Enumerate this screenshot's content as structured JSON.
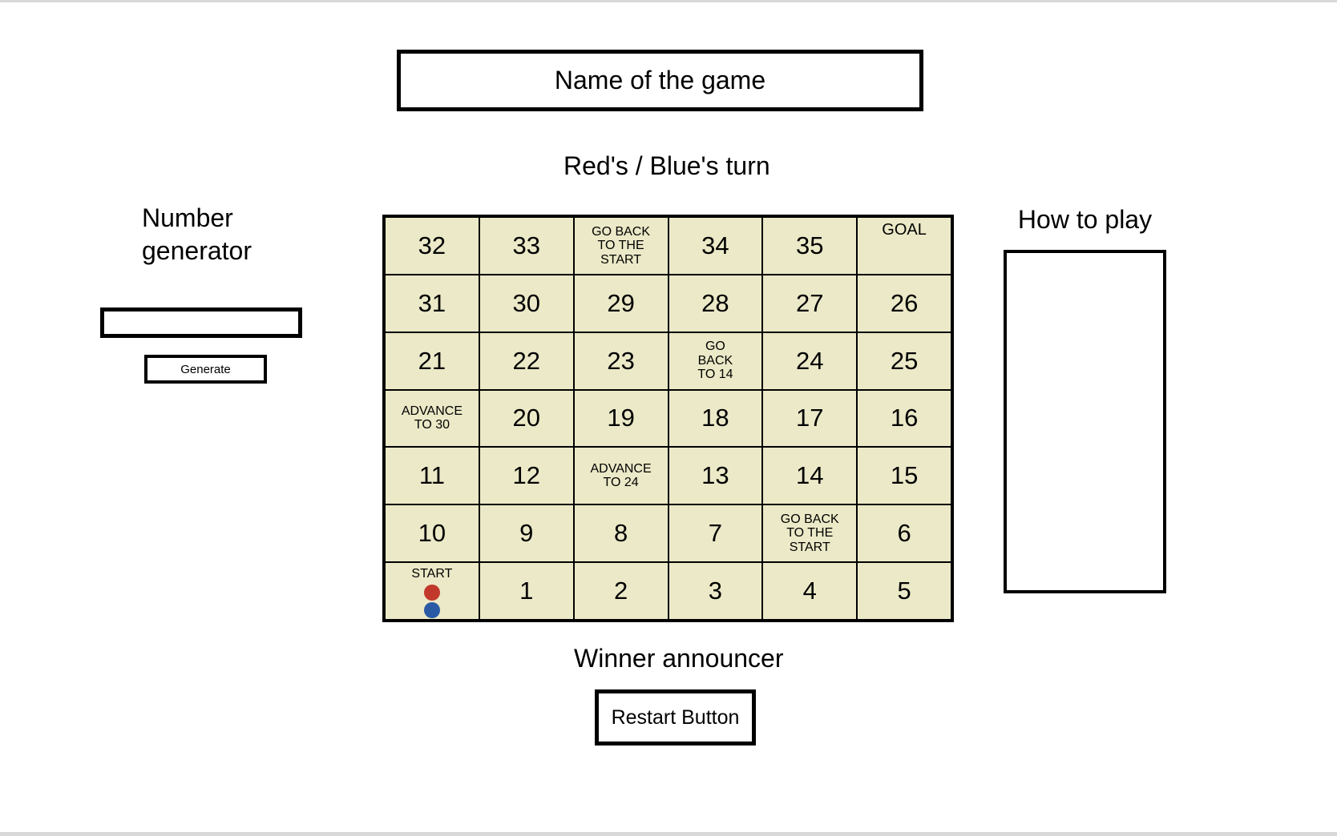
{
  "title": "Name of the game",
  "turn_indicator": "Red's / Blue's turn",
  "number_generator": {
    "label": "Number\ngenerator",
    "display_value": "",
    "generate_label": "Generate"
  },
  "how_to_play": {
    "label": "How to play",
    "content": ""
  },
  "winner_announcer": "Winner announcer",
  "restart_label": "Restart Button",
  "colors": {
    "cell_bg": "#EBE9C7",
    "board_border": "#000000",
    "red_piece": "#C2392C",
    "blue_piece": "#2B5AA5"
  },
  "board": {
    "rows": 7,
    "cols": 6,
    "cells": [
      {
        "type": "num",
        "text": "32"
      },
      {
        "type": "num",
        "text": "33"
      },
      {
        "type": "special",
        "text": "GO BACK\nTO THE\nSTART"
      },
      {
        "type": "num",
        "text": "34"
      },
      {
        "type": "num",
        "text": "35"
      },
      {
        "type": "goal",
        "text": "GOAL"
      },
      {
        "type": "num",
        "text": "31"
      },
      {
        "type": "num",
        "text": "30"
      },
      {
        "type": "num",
        "text": "29"
      },
      {
        "type": "num",
        "text": "28"
      },
      {
        "type": "num",
        "text": "27"
      },
      {
        "type": "num",
        "text": "26"
      },
      {
        "type": "num",
        "text": "21"
      },
      {
        "type": "num",
        "text": "22"
      },
      {
        "type": "num",
        "text": "23"
      },
      {
        "type": "special",
        "text": "GO\nBACK\nTO 14"
      },
      {
        "type": "num",
        "text": "24"
      },
      {
        "type": "num",
        "text": "25"
      },
      {
        "type": "special",
        "text": "ADVANCE\nTO 30"
      },
      {
        "type": "num",
        "text": "20"
      },
      {
        "type": "num",
        "text": "19"
      },
      {
        "type": "num",
        "text": "18"
      },
      {
        "type": "num",
        "text": "17"
      },
      {
        "type": "num",
        "text": "16"
      },
      {
        "type": "num",
        "text": "11"
      },
      {
        "type": "num",
        "text": "12"
      },
      {
        "type": "special",
        "text": "ADVANCE\nTO 24"
      },
      {
        "type": "num",
        "text": "13"
      },
      {
        "type": "num",
        "text": "14"
      },
      {
        "type": "num",
        "text": "15"
      },
      {
        "type": "num",
        "text": "10"
      },
      {
        "type": "num",
        "text": "9"
      },
      {
        "type": "num",
        "text": "8"
      },
      {
        "type": "num",
        "text": "7"
      },
      {
        "type": "special",
        "text": "GO BACK\nTO THE\nSTART"
      },
      {
        "type": "num",
        "text": "6"
      },
      {
        "type": "start",
        "text": "START"
      },
      {
        "type": "num",
        "text": "1"
      },
      {
        "type": "num",
        "text": "2"
      },
      {
        "type": "num",
        "text": "3"
      },
      {
        "type": "num",
        "text": "4"
      },
      {
        "type": "num",
        "text": "5"
      }
    ],
    "pieces": [
      {
        "name": "red-piece",
        "color": "#C2392C"
      },
      {
        "name": "blue-piece",
        "color": "#2B5AA5"
      }
    ]
  }
}
